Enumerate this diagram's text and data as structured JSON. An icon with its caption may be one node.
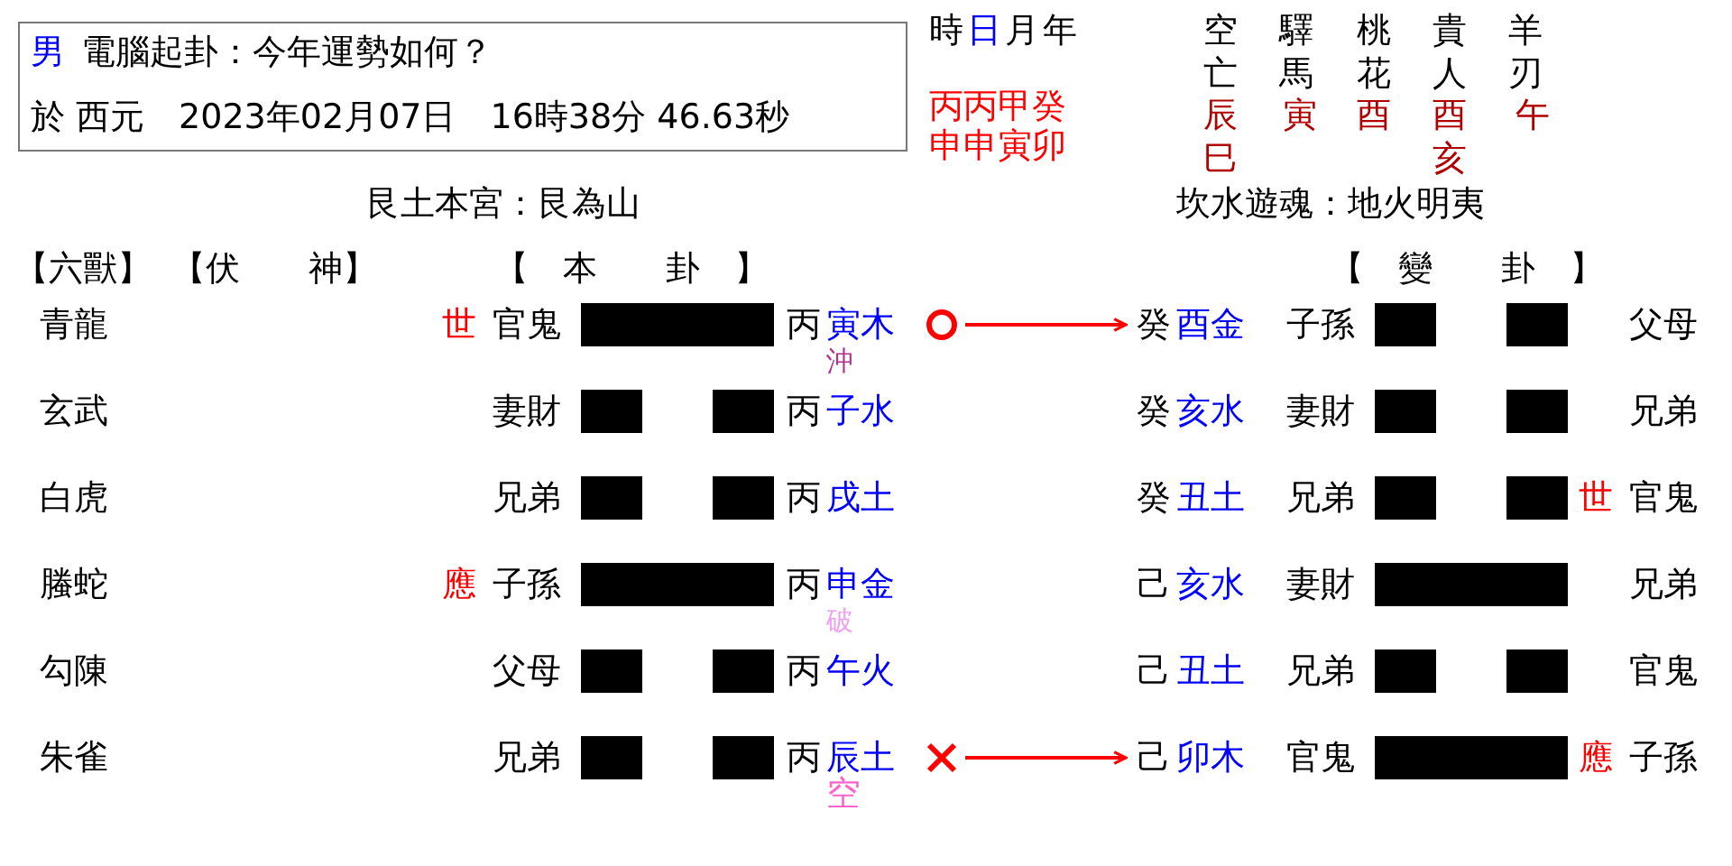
{
  "diagram": {
    "nodes": [
      {
        "text": [
          "男",
          "電腦起卦：今年運勢如何？",
          "於 西元　2023年02月07日　16時38分 46.63秒"
        ]
      },
      {
        "text": [],
        "shape": "circle"
      },
      {
        "text": [
          "癸",
          "酉金"
        ]
      },
      {
        "text": [],
        "shape": "cross"
      },
      {
        "text": [
          "己",
          "卯木"
        ]
      }
    ],
    "edges": [
      {
        "from": 1,
        "to": 2,
        "arrow": "to"
      },
      {
        "from": 3,
        "to": 4,
        "arrow": "to"
      }
    ],
    "labels": [
      "時",
      "日",
      "月",
      "年",
      "空亡",
      "驛馬",
      "桃花",
      "貴人",
      "羊刃",
      "丙丙甲癸",
      "辰巳",
      "寅",
      "酉",
      "酉亥",
      "午",
      "申申寅卯",
      "艮土本宮：艮為山",
      "坎水遊魂：地火明夷",
      "【六獸】",
      "【伏　　神】",
      "【　本　　卦　】",
      "【　變　　卦　】",
      "青龍",
      "世",
      "官鬼",
      "丙",
      "寅木",
      "子孫",
      "父母",
      "沖",
      "玄武",
      "妻財",
      "丙",
      "子水",
      "癸",
      "亥水",
      "妻財",
      "兄弟",
      "白虎",
      "兄弟",
      "丙",
      "戌土",
      "癸",
      "丑土",
      "兄弟",
      "世",
      "官鬼",
      "螣蛇",
      "應",
      "子孫",
      "丙",
      "申金",
      "己",
      "亥水",
      "妻財",
      "兄弟",
      "破",
      "勾陳",
      "父母",
      "丙",
      "午火",
      "己",
      "丑土",
      "兄弟",
      "官鬼",
      "朱雀",
      "兄弟",
      "丙",
      "辰土",
      "官鬼",
      "應",
      "子孫",
      "空"
    ]
  }
}
